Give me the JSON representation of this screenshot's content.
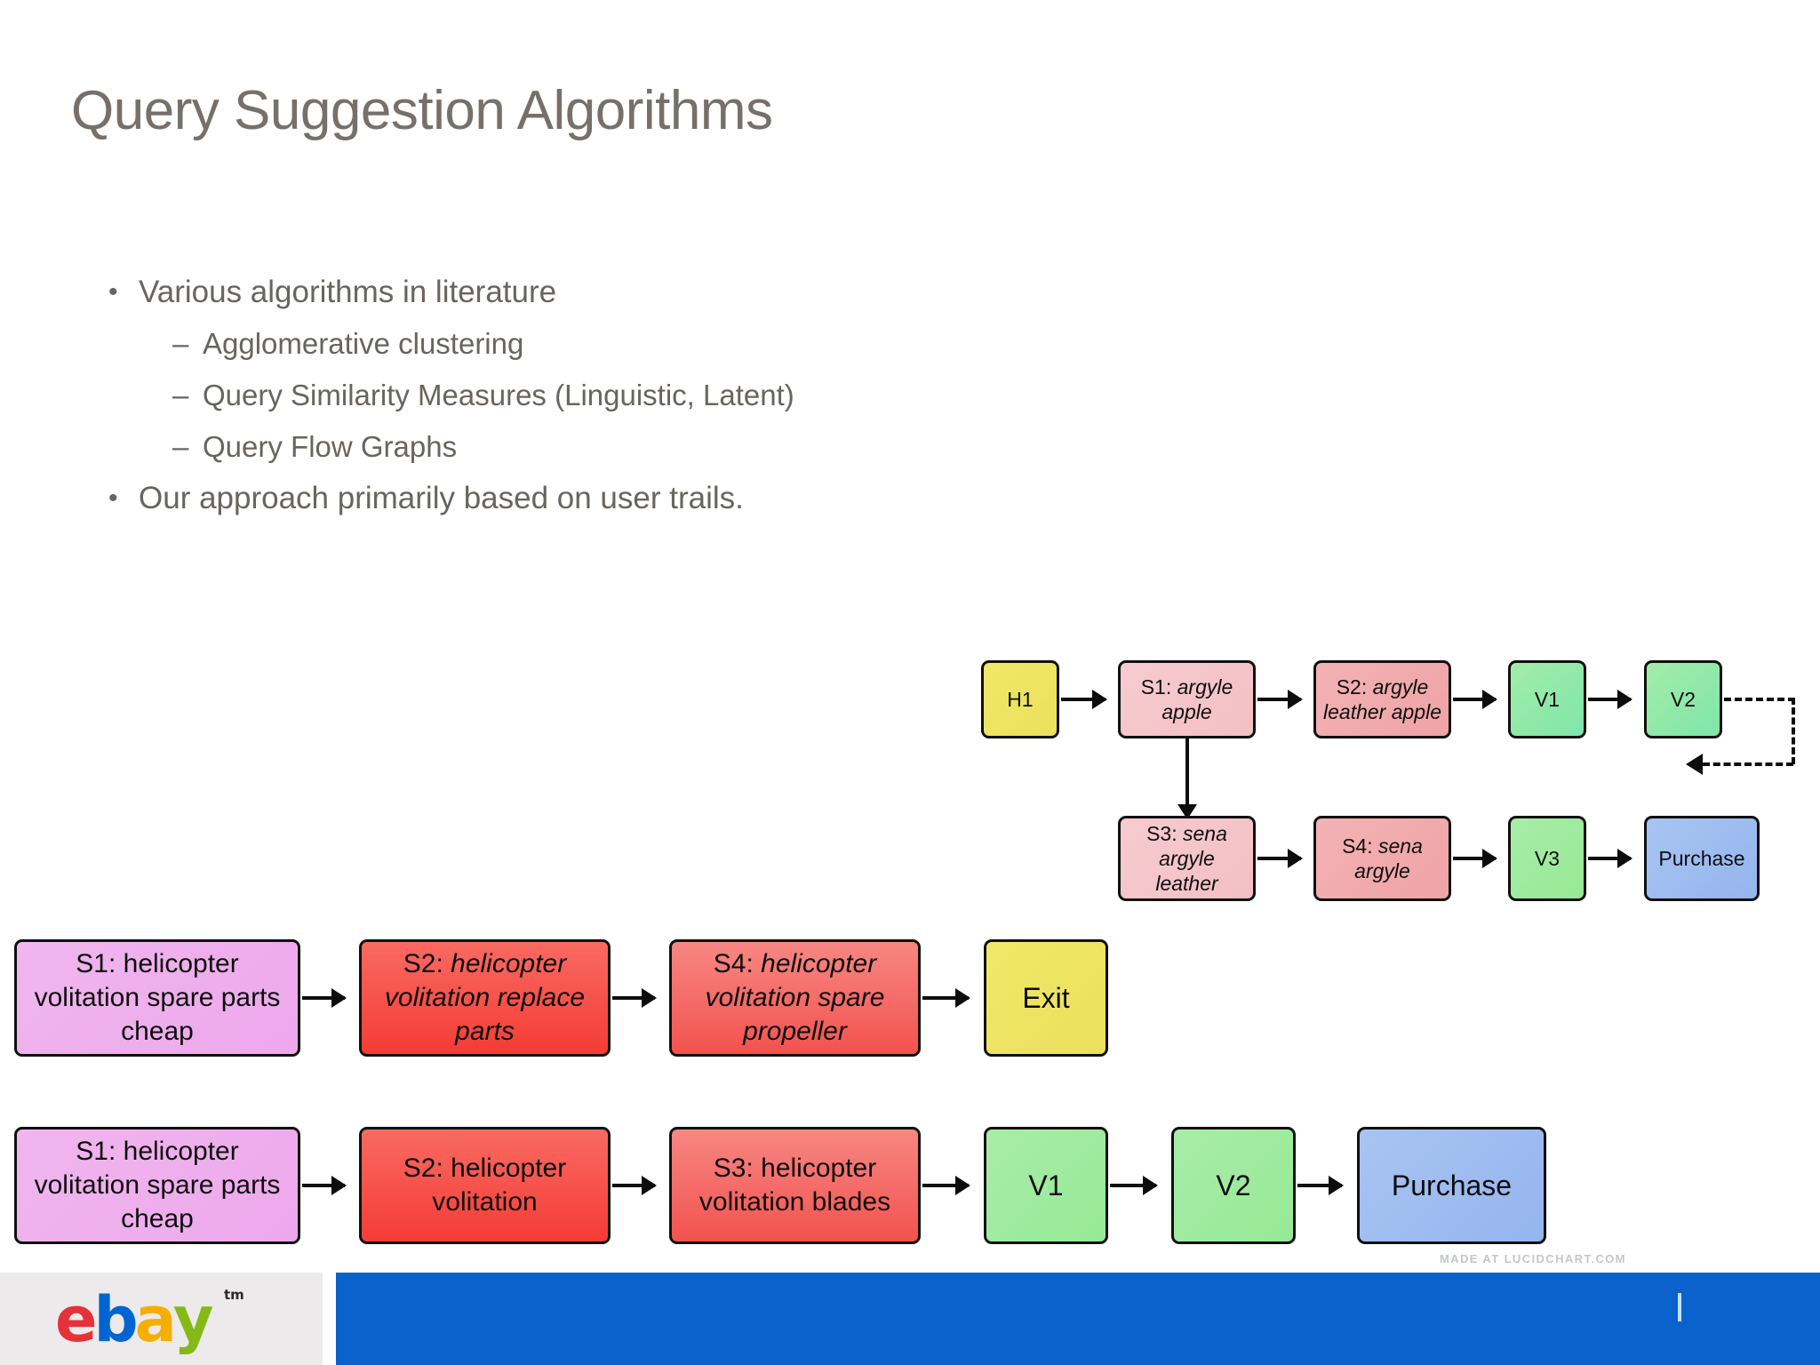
{
  "slide": {
    "title": "Query Suggestion Algorithms",
    "title_color": "#77706a"
  },
  "bullets": [
    {
      "level": 1,
      "marker": "•",
      "text": "Various algorithms in literature"
    },
    {
      "level": 2,
      "marker": "–",
      "text": "Agglomerative clustering"
    },
    {
      "level": 2,
      "marker": "–",
      "text": "Query Similarity Measures (Linguistic, Latent)"
    },
    {
      "level": 2,
      "marker": "–",
      "text": "Query Flow Graphs"
    },
    {
      "level": 1,
      "marker": "•",
      "text": "Our approach primarily based on user trails."
    }
  ],
  "diagram_top_right": {
    "row1": [
      {
        "id": "h1",
        "prefix": "",
        "text": "H1",
        "italic": false,
        "color": "#ece05c"
      },
      {
        "id": "s1-argyle",
        "prefix": "S1: ",
        "text": "argyle apple",
        "italic": true,
        "color": "#f3bfc4"
      },
      {
        "id": "s2-argyle",
        "prefix": "S2: ",
        "text": "argyle leather apple",
        "italic": true,
        "color": "#efa3a6"
      },
      {
        "id": "v1",
        "prefix": "",
        "text": "V1",
        "italic": false,
        "color": "#7fe5ac"
      },
      {
        "id": "v2",
        "prefix": "",
        "text": "V2",
        "italic": false,
        "color": "#7fe5ac"
      }
    ],
    "row2": [
      {
        "id": "s3-sena",
        "prefix": "S3: ",
        "text": "sena argyle leather",
        "italic": true,
        "color": "#f3bfc4"
      },
      {
        "id": "s4-sena",
        "prefix": "S4: ",
        "text": "sena argyle",
        "italic": true,
        "color": "#efa3a6"
      },
      {
        "id": "v3",
        "prefix": "",
        "text": "V3",
        "italic": false,
        "color": "#96e996"
      },
      {
        "id": "purchase",
        "prefix": "",
        "text": "Purchase",
        "italic": false,
        "color": "#94b5ee"
      }
    ]
  },
  "diagram_row3": [
    {
      "id": "r3-s1",
      "prefix": "S1: ",
      "text": "helicopter volitation spare parts cheap",
      "italic": false,
      "color": "#eda8ec"
    },
    {
      "id": "r3-s2",
      "prefix": "S2: ",
      "text": "helicopter volitation replace parts",
      "italic": true,
      "color": "#f43c35"
    },
    {
      "id": "r3-s4",
      "prefix": "S4: ",
      "text": "helicopter volitation spare propeller",
      "italic": true,
      "color": "#f3524e"
    },
    {
      "id": "r3-exit",
      "prefix": "",
      "text": "Exit",
      "italic": false,
      "color": "#ece05c"
    }
  ],
  "diagram_row4": [
    {
      "id": "r4-s1",
      "prefix": "S1: ",
      "text": "helicopter volitation spare parts cheap",
      "italic": false,
      "color": "#eda8ec"
    },
    {
      "id": "r4-s2",
      "prefix": "S2: ",
      "text": "helicopter volitation",
      "italic": false,
      "color": "#f43c35"
    },
    {
      "id": "r4-s3",
      "prefix": "S3: ",
      "text": "helicopter volitation blades",
      "italic": false,
      "color": "#f3524e"
    },
    {
      "id": "r4-v1",
      "prefix": "",
      "text": "V1",
      "italic": false,
      "color": "#96e996"
    },
    {
      "id": "r4-v2",
      "prefix": "",
      "text": "V2",
      "italic": false,
      "color": "#96e996"
    },
    {
      "id": "r4-purchase",
      "prefix": "",
      "text": "Purchase",
      "italic": false,
      "color": "#94b5ee"
    }
  ],
  "watermark": {
    "text": "MADE AT LUCIDCHART.COM"
  },
  "footer": {
    "logo": {
      "e": "e",
      "b": "b",
      "a": "a",
      "y": "y",
      "tm": "tm"
    },
    "bar_color": "#0b62cd"
  }
}
